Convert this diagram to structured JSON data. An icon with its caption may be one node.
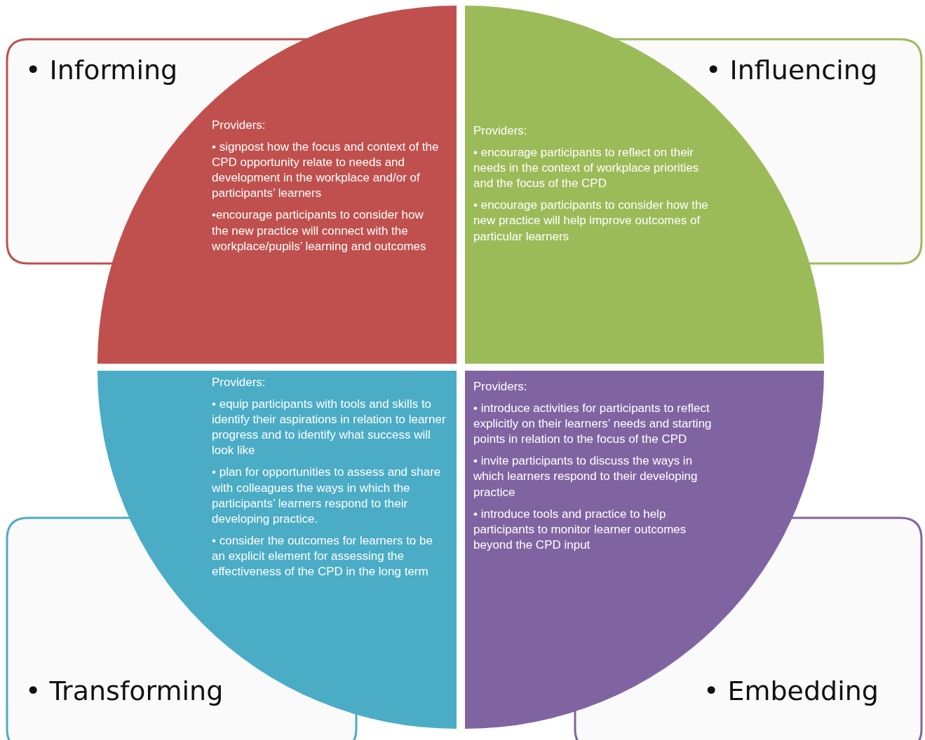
{
  "diagram": {
    "nodes": [
      {
        "text": [
          "• Informing"
        ]
      },
      {
        "text": [
          "• Influencing"
        ]
      },
      {
        "text": [
          "• Transforming"
        ]
      },
      {
        "text": [
          "• Embedding"
        ]
      },
      {
        "text": [
          "Providers:",
          "• signpost how the focus and context of the CPD opportunity relate to needs and development in the workplace and/or of participants’ learners",
          "•encourage participants to consider how the new practice will connect with the workplace/pupils’ learning and outcomes"
        ]
      },
      {
        "text": [
          "Providers:",
          "• encourage participants to reflect on their needs in the context of workplace priorities and the focus of the CPD",
          "• encourage participants to consider how the new practice will help improve outcomes of particular learners"
        ]
      },
      {
        "text": [
          "Providers:",
          "• equip participants with tools and skills to identify their aspirations in relation to learner progress and to identify what success will look like",
          "• plan for opportunities to assess and share with colleagues the ways in which the participants’ learners respond to their developing practice.",
          "• consider the outcomes for learners to be an explicit element for assessing the effectiveness of the CPD in the long term"
        ]
      },
      {
        "text": [
          "Providers:",
          "• introduce activities for participants to reflect explicitly on their learners’ needs and starting points in relation to the focus of the CPD",
          "• invite participants to discuss the ways in which learners respond to their developing practice",
          "• introduce tools and practice to help participants to monitor learner outcomes beyond the CPD input"
        ]
      }
    ]
  }
}
